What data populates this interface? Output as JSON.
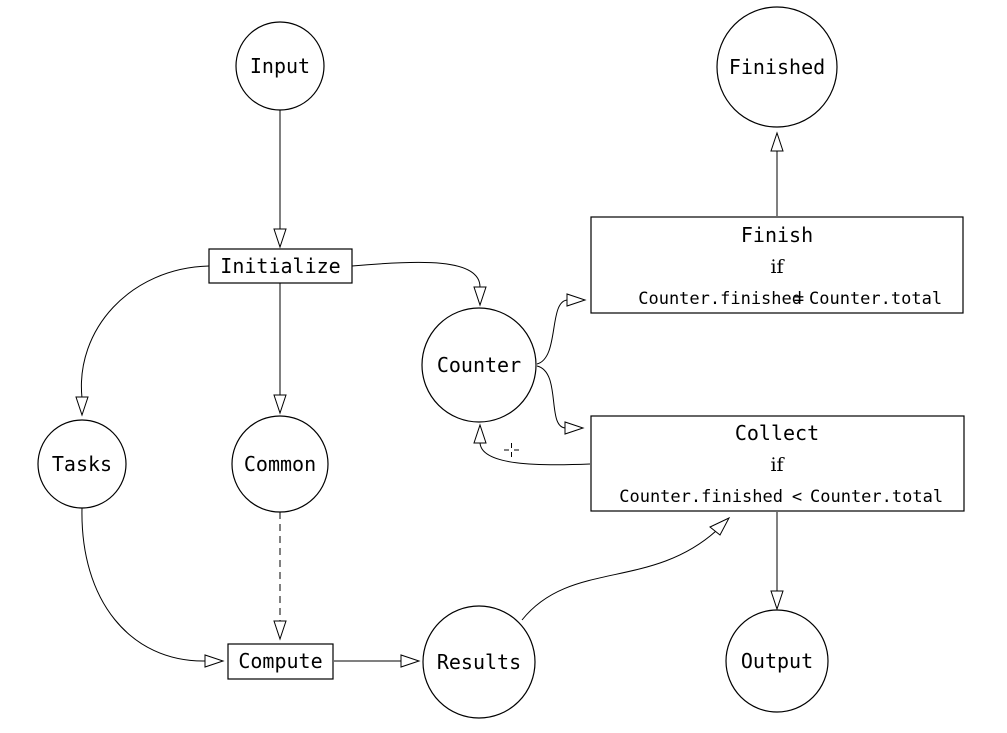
{
  "nodes": {
    "input": "Input",
    "finished": "Finished",
    "initialize": "Initialize",
    "counter": "Counter",
    "tasks": "Tasks",
    "common": "Common",
    "compute": "Compute",
    "results": "Results",
    "output": "Output"
  },
  "finish_box": {
    "title": "Finish",
    "if_word": "if",
    "lhs": "Counter.finished",
    "op": "=",
    "rhs": "Counter.total"
  },
  "collect_box": {
    "title": "Collect",
    "if_word": "if",
    "lhs": "Counter.finished",
    "op": "<",
    "rhs": "Counter.total"
  }
}
